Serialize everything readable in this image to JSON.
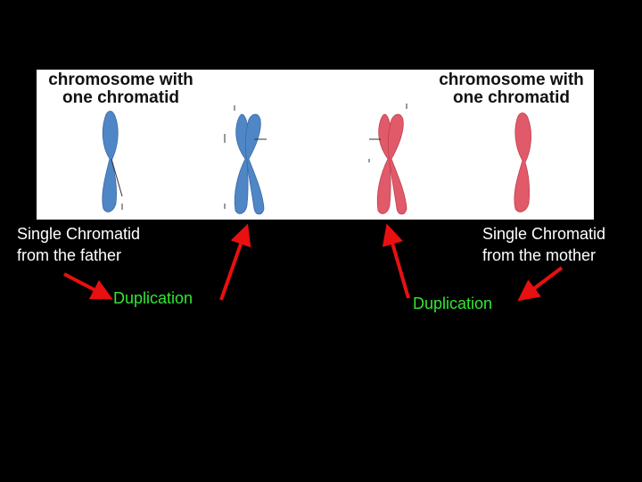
{
  "figure": {
    "left_label_line1": "chromosome with",
    "left_label_line2": "one chromatid",
    "right_label_line1": "chromosome with",
    "right_label_line2": "one chromatid",
    "father_color": "#4f86c6",
    "mother_color": "#e05a6a"
  },
  "labels": {
    "father_line1": "Single Chromatid",
    "father_line2": "from the father",
    "mother_line1": "Single Chromatid",
    "mother_line2": "from the mother",
    "duplication_left": "Duplication",
    "duplication_right": "Duplication"
  },
  "colors": {
    "background": "#000000",
    "label_text": "#ffffff",
    "duplication_text": "#33e633",
    "arrow": "#e81010"
  }
}
